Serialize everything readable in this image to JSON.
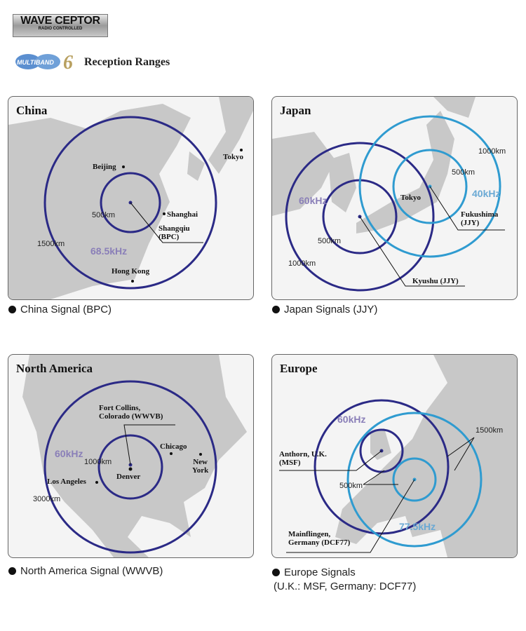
{
  "header": {
    "brand": "WAVE CEPTOR",
    "brand_sub": "RADIO CONTROLLED",
    "logo": "MULTIBAND 6",
    "title": "Reception Ranges"
  },
  "colors": {
    "dark_ring": "#2b2a86",
    "light_ring": "#2f9bd0",
    "land": "#c8c8c8"
  },
  "china": {
    "title": "China",
    "beijing": "Beijing",
    "tokyo": "Tokyo",
    "shanghai": "Shanghai",
    "km500": "500km",
    "station1": "Shangqiu",
    "station2": "(BPC)",
    "km1500": "1500km",
    "freq": "68.5kHz",
    "hongkong": "Hong Kong",
    "caption": "China Signal (BPC)"
  },
  "japan": {
    "title": "Japan",
    "km1000a": "1000km",
    "km500a": "500km",
    "tokyo": "Tokyo",
    "freq40": "40kHz",
    "fuk1": "Fukushima",
    "fuk2": "(JJY)",
    "freq60": "60kHz",
    "km500b": "500km",
    "km1000b": "1000km",
    "kyushu": "Kyushu (JJY)",
    "caption": "Japan Signals (JJY)"
  },
  "na": {
    "title": "North America",
    "fc1": "Fort Collins,",
    "fc2": "Colorado (WWVB)",
    "chicago": "Chicago",
    "ny1": "New",
    "ny2": "York",
    "freq": "60kHz",
    "km1000": "1000km",
    "denver": "Denver",
    "la": "Los Angeles",
    "km3000": "3000km",
    "caption": "North America Signal (WWVB)"
  },
  "europe": {
    "title": "Europe",
    "freq60": "60kHz",
    "km1500": "1500km",
    "an1": "Anthorn, U.K.",
    "an2": "(MSF)",
    "km500": "500km",
    "freq77": "77.5kHz",
    "mf1": "Mainflingen,",
    "mf2": "Germany (DCF77)",
    "caption": "Europe Signals",
    "caption2": "(U.K.: MSF, Germany: DCF77)"
  }
}
